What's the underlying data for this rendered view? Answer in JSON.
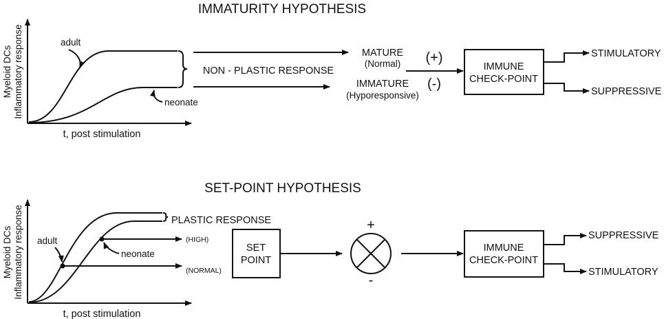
{
  "top": {
    "title": "IMMATURITY HYPOTHESIS",
    "y_axis_line1": "Myeloid DCs",
    "y_axis_line2": "Inflammatory response",
    "x_axis": "t, post stimulation",
    "curve_adult": "adult",
    "curve_neonate": "neonate",
    "response": "NON - PLASTIC RESPONSE",
    "mature": "MATURE",
    "mature_sub": "(Normal)",
    "immature": "IMMATURE",
    "immature_sub": "(Hyporesponsive)",
    "plus": "(+)",
    "minus": "(-)",
    "checkpoint_line1": "IMMUNE",
    "checkpoint_line2": "CHECK-POINT",
    "out_upper": "STIMULATORY",
    "out_lower": "SUPPRESSIVE"
  },
  "bottom": {
    "title": "SET-POINT HYPOTHESIS",
    "y_axis_line1": "Myeloid DCs",
    "y_axis_line2": "Inflammatory response",
    "x_axis": "t, post stimulation",
    "curve_adult": "adult",
    "curve_neonate": "neonate",
    "response": "PLASTIC RESPONSE",
    "high": "(HIGH)",
    "normal": "(NORMAL)",
    "setpoint_line1": "SET",
    "setpoint_line2": "POINT",
    "plus": "+",
    "minus": "-",
    "checkpoint_line1": "IMMUNE",
    "checkpoint_line2": "CHECK-POINT",
    "out_upper": "SUPPRESSIVE",
    "out_lower": "STIMULATORY"
  }
}
